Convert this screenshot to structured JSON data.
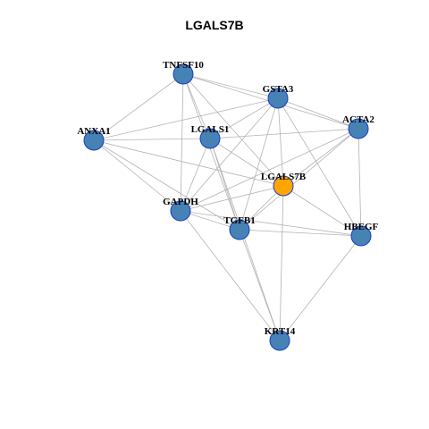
{
  "title": "LGALS7B",
  "colors": {
    "node": "#4682b4",
    "focus": "#ffa500",
    "node_border": "#1a3cc8",
    "edge": "#b3b3b3"
  },
  "nodes": [
    {
      "id": "TNFSF10",
      "focus": false
    },
    {
      "id": "GSTA3",
      "focus": false
    },
    {
      "id": "ACTA2",
      "focus": false
    },
    {
      "id": "ANXA1",
      "focus": false
    },
    {
      "id": "LGALS1",
      "focus": false
    },
    {
      "id": "LGALS7B",
      "focus": true
    },
    {
      "id": "GAPDH",
      "focus": false
    },
    {
      "id": "TGFB1",
      "focus": false
    },
    {
      "id": "HBEGF",
      "focus": false
    },
    {
      "id": "KRT14",
      "focus": false
    }
  ],
  "edges": [
    [
      "TNFSF10",
      "GSTA3"
    ],
    [
      "TNFSF10",
      "ACTA2"
    ],
    [
      "TNFSF10",
      "LGALS1"
    ],
    [
      "TNFSF10",
      "GAPDH"
    ],
    [
      "TNFSF10",
      "TGFB1"
    ],
    [
      "TNFSF10",
      "ANXA1"
    ],
    [
      "TNFSF10",
      "LGALS7B"
    ],
    [
      "GSTA3",
      "ACTA2"
    ],
    [
      "GSTA3",
      "ANXA1"
    ],
    [
      "GSTA3",
      "LGALS1"
    ],
    [
      "GSTA3",
      "GAPDH"
    ],
    [
      "GSTA3",
      "TGFB1"
    ],
    [
      "GSTA3",
      "HBEGF"
    ],
    [
      "GSTA3",
      "LGALS7B"
    ],
    [
      "ACTA2",
      "LGALS1"
    ],
    [
      "ACTA2",
      "GAPDH"
    ],
    [
      "ACTA2",
      "TGFB1"
    ],
    [
      "ACTA2",
      "HBEGF"
    ],
    [
      "ACTA2",
      "LGALS7B"
    ],
    [
      "ANXA1",
      "LGALS1"
    ],
    [
      "ANXA1",
      "GAPDH"
    ],
    [
      "ANXA1",
      "LGALS7B"
    ],
    [
      "ANXA1",
      "TGFB1"
    ],
    [
      "LGALS1",
      "GAPDH"
    ],
    [
      "LGALS1",
      "TGFB1"
    ],
    [
      "LGALS1",
      "KRT14"
    ],
    [
      "LGALS1",
      "LGALS7B"
    ],
    [
      "LGALS7B",
      "GAPDH"
    ],
    [
      "LGALS7B",
      "TGFB1"
    ],
    [
      "LGALS7B",
      "HBEGF"
    ],
    [
      "LGALS7B",
      "KRT14"
    ],
    [
      "GAPDH",
      "TGFB1"
    ],
    [
      "GAPDH",
      "HBEGF"
    ],
    [
      "GAPDH",
      "KRT14"
    ],
    [
      "TGFB1",
      "HBEGF"
    ],
    [
      "TGFB1",
      "KRT14"
    ],
    [
      "HBEGF",
      "KRT14"
    ]
  ]
}
